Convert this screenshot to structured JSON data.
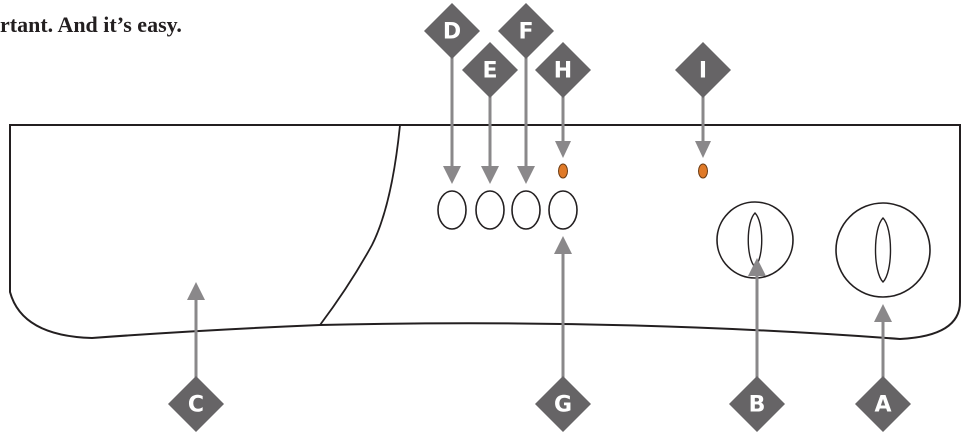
{
  "caption": "rtant. And it’s easy.",
  "colors": {
    "badge": "#666466",
    "arrow": "#8a888a",
    "outline": "#231f20",
    "indicator": "#e07a28"
  },
  "callouts": [
    {
      "id": "A",
      "label": "A"
    },
    {
      "id": "B",
      "label": "B"
    },
    {
      "id": "C",
      "label": "C"
    },
    {
      "id": "D",
      "label": "D"
    },
    {
      "id": "E",
      "label": "E"
    },
    {
      "id": "F",
      "label": "F"
    },
    {
      "id": "G",
      "label": "G"
    },
    {
      "id": "H",
      "label": "H"
    },
    {
      "id": "I",
      "label": "I"
    }
  ]
}
